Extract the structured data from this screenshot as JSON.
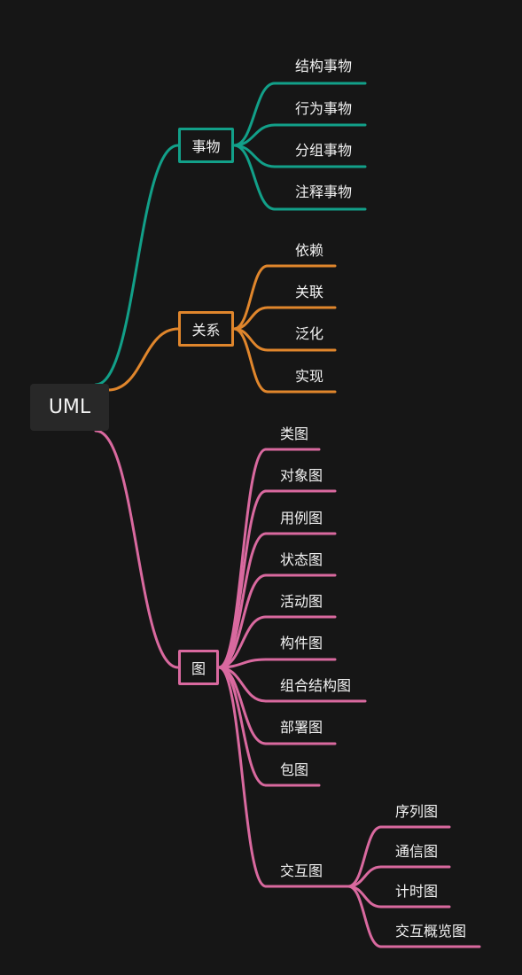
{
  "root": "UML",
  "colors": {
    "green": "#12a089",
    "orange": "#e0862c",
    "pink": "#d9699f"
  },
  "branches": [
    {
      "label": "事物",
      "color": "#12a089",
      "children": [
        "结构事物",
        "行为事物",
        "分组事物",
        "注释事物"
      ]
    },
    {
      "label": "关系",
      "color": "#e0862c",
      "children": [
        "依赖",
        "关联",
        "泛化",
        "实现"
      ]
    },
    {
      "label": "图",
      "color": "#d9699f",
      "children": [
        "类图",
        "对象图",
        "用例图",
        "状态图",
        "活动图",
        "构件图",
        "组合结构图",
        "部署图",
        "包图",
        "交互图"
      ]
    }
  ],
  "interaction": {
    "label": "交互图",
    "children": [
      "序列图",
      "通信图",
      "计时图",
      "交互概览图"
    ]
  }
}
